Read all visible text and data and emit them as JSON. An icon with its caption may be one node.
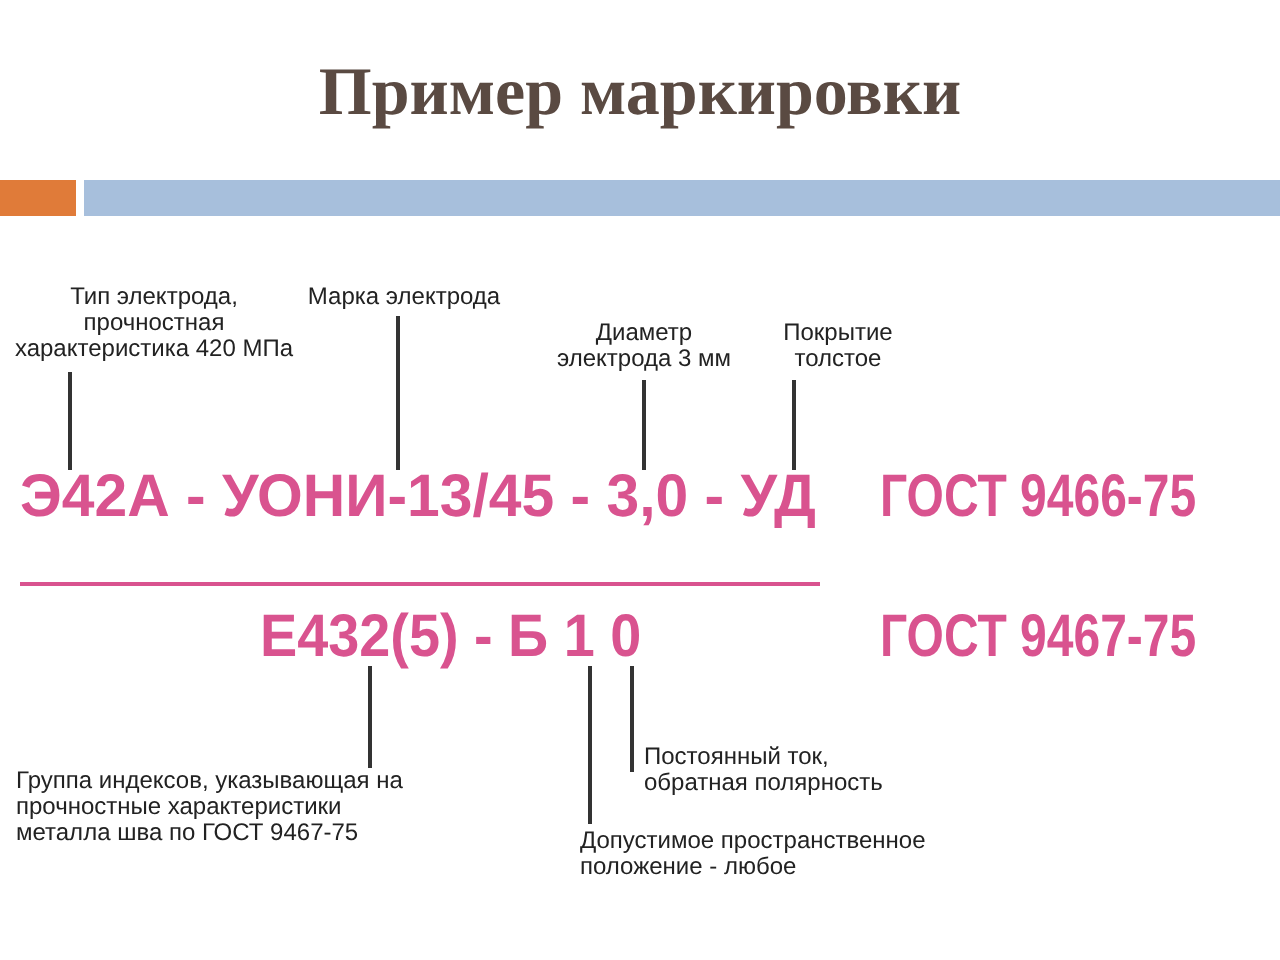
{
  "diagram": {
    "title": "Пример маркировки",
    "nodes": [
      {
        "text": [
          "Тип электрода, прочностная характеристика 420 МПа"
        ]
      },
      {
        "text": [
          "Марка электрода"
        ]
      },
      {
        "text": [
          "Диаметр электрода 3 мм"
        ]
      },
      {
        "text": [
          "Покрытие толстое"
        ]
      },
      {
        "text": [
          "Группа индексов, указывающая на прочностные характеристики металла шва по ГОСТ 9467-75"
        ]
      },
      {
        "text": [
          "Постоянный ток, обратная полярность"
        ]
      },
      {
        "text": [
          "Допустимое пространственное положение - любое"
        ]
      },
      {
        "text": [
          "Э42А - УОНИ-13/45 - 3,0 - УД"
        ]
      },
      {
        "text": [
          "Е432(5) - Б 1 0"
        ]
      }
    ],
    "edges": [
      {
        "from": 0,
        "to": 7,
        "arrow": "none"
      },
      {
        "from": 1,
        "to": 7,
        "arrow": "none"
      },
      {
        "from": 2,
        "to": 7,
        "arrow": "none"
      },
      {
        "from": 3,
        "to": 7,
        "arrow": "none"
      },
      {
        "from": 4,
        "to": 8,
        "arrow": "none"
      },
      {
        "from": 5,
        "to": 8,
        "arrow": "none"
      },
      {
        "from": 6,
        "to": 8,
        "arrow": "none"
      }
    ],
    "labels": [
      "ГОСТ 9466-75",
      "ГОСТ 9467-75"
    ]
  }
}
